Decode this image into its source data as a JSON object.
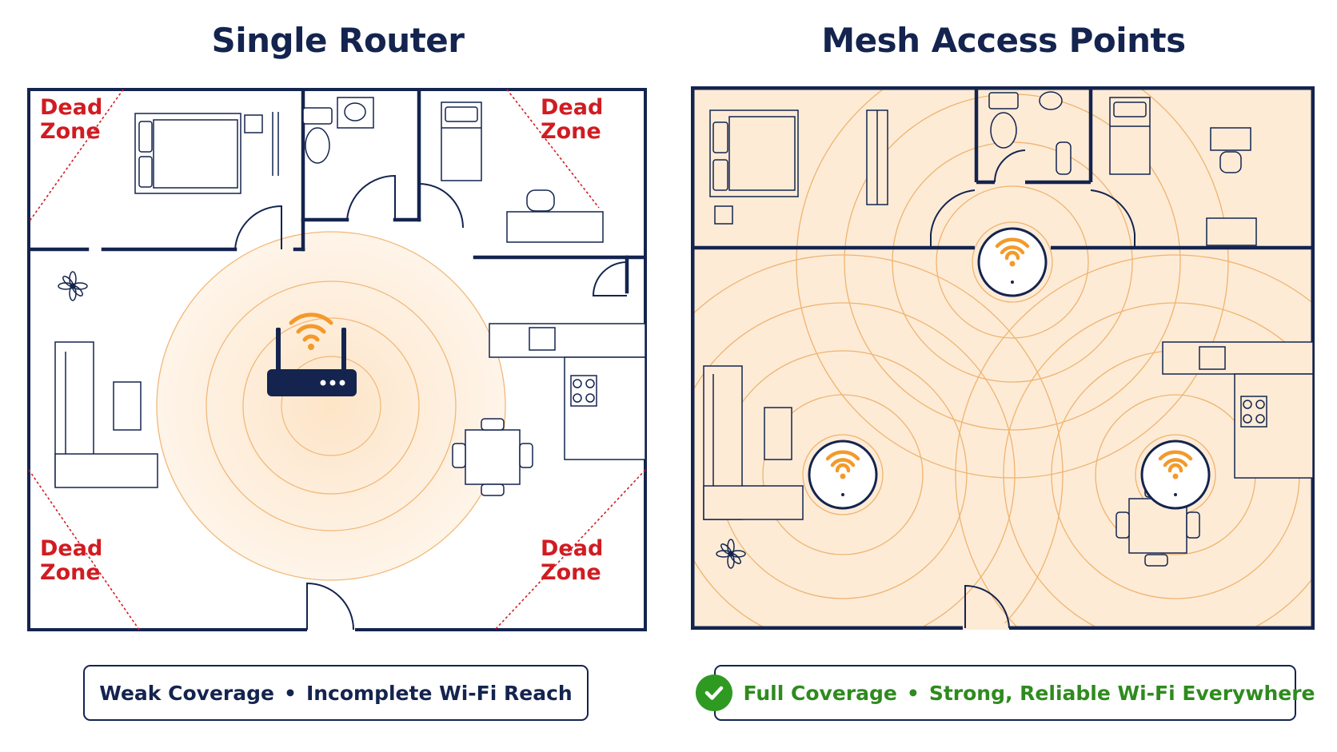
{
  "left": {
    "title": "Single Router",
    "dead_zone_label": [
      "Dead",
      "Zone"
    ],
    "caption": {
      "part1": "Weak Coverage",
      "separator": "•",
      "part2": "Incomplete Wi-Fi Reach"
    }
  },
  "right": {
    "title": "Mesh Access Points",
    "caption": {
      "part1": "Full Coverage",
      "separator": "•",
      "part2": "Strong, Reliable Wi-Fi Everywhere"
    }
  },
  "icons": [
    "router-icon",
    "wifi-icon",
    "check-icon",
    "flower-icon"
  ],
  "colors": {
    "navy": "#14244f",
    "signal_orange": "#f39a2b",
    "dead_zone_red": "#d01c22",
    "coverage_fill": "#fdebd6",
    "success_green": "#2e9a22"
  }
}
